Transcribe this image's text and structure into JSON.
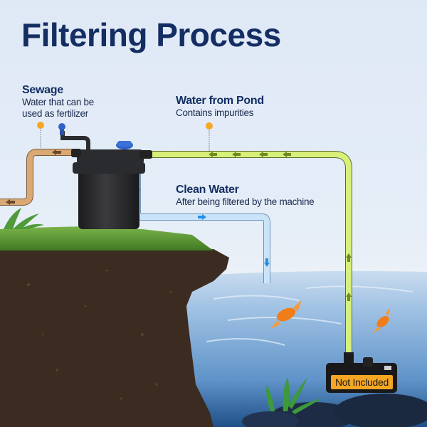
{
  "title": "Filtering Process",
  "labels": {
    "sewage": {
      "heading": "Sewage",
      "line1": "Water that can be",
      "line2": "used as fertilizer"
    },
    "pond": {
      "heading": "Water from Pond",
      "sub": "Contains impurities"
    },
    "clean": {
      "heading": "Clean Water",
      "sub": "After being filtered by the machine"
    }
  },
  "pump_badge": "Not Included",
  "colors": {
    "title": "#142e63",
    "sewage_pipe": "#d9a873",
    "pond_pipe": "#d8f07a",
    "clean_pipe": "#bfe0f7",
    "marker": "#f5a623",
    "badge": "#f5a623"
  }
}
